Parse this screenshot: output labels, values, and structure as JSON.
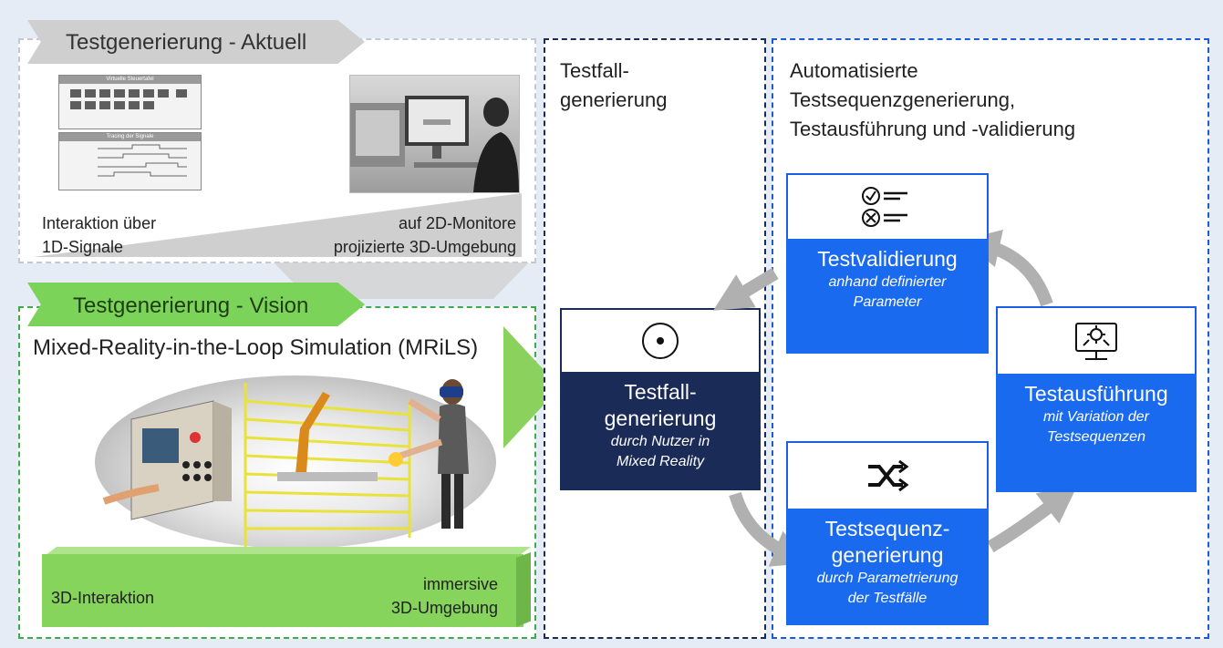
{
  "current": {
    "banner": "Testgenerierung - Aktuell",
    "label_left_line1": "Interaktion über",
    "label_left_line2": "1D-Signale",
    "label_right_line1": "auf 2D-Monitore",
    "label_right_line2": "projizierte 3D-Umgebung",
    "thumb1_title": "Virtuelle Steuertafel",
    "thumb2_title": "Tracing der Signale"
  },
  "vision": {
    "banner": "Testgenerierung - Vision",
    "subtitle": "Mixed-Reality-in-the-Loop Simulation (MRiLS)",
    "label_left": "3D-Interaktion",
    "label_right_line1": "immersive",
    "label_right_line2": "3D-Umgebung"
  },
  "middle": {
    "heading_line1": "Testfall-",
    "heading_line2": "generierung",
    "box_title_line1": "Testfall-",
    "box_title_line2": "generierung",
    "box_sub_line1": "durch Nutzer in",
    "box_sub_line2": "Mixed Reality"
  },
  "right": {
    "heading_line1": "Automatisierte",
    "heading_line2": "Testsequenzgenerierung,",
    "heading_line3": "Testausführung und -validierung",
    "validation": {
      "title": "Testvalidierung",
      "sub_line1": "anhand definierter",
      "sub_line2": "Parameter"
    },
    "execution": {
      "title": "Testausführung",
      "sub_line1": "mit Variation der",
      "sub_line2": "Testsequenzen"
    },
    "sequence": {
      "title_line1": "Testsequenz-",
      "title_line2": "generierung",
      "sub_line1": "durch Parametrierung",
      "sub_line2": "der Testfälle"
    }
  },
  "colors": {
    "dark_navy": "#1a2b57",
    "blue": "#1a6af0",
    "green": "#86d45c",
    "grey_banner": "#cfcfcf",
    "cycle_arrow": "#b0b0b0"
  }
}
